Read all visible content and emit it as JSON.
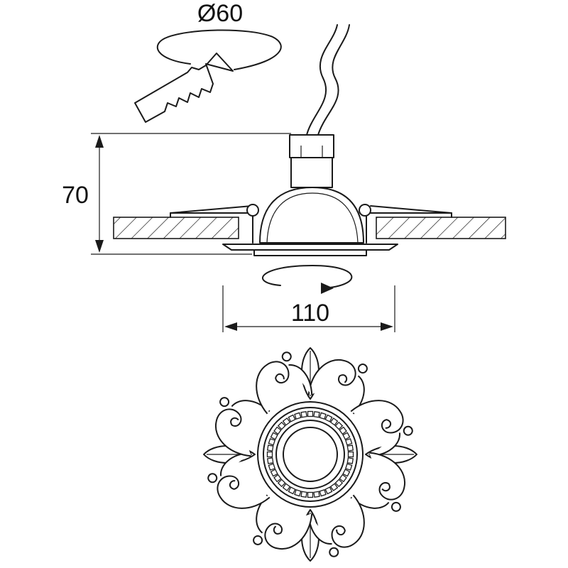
{
  "dimensions": {
    "cutout_diameter": "Ø60",
    "height": "70",
    "outer_diameter": "110"
  },
  "colors": {
    "line": "#1a1a1a",
    "background": "#ffffff"
  }
}
